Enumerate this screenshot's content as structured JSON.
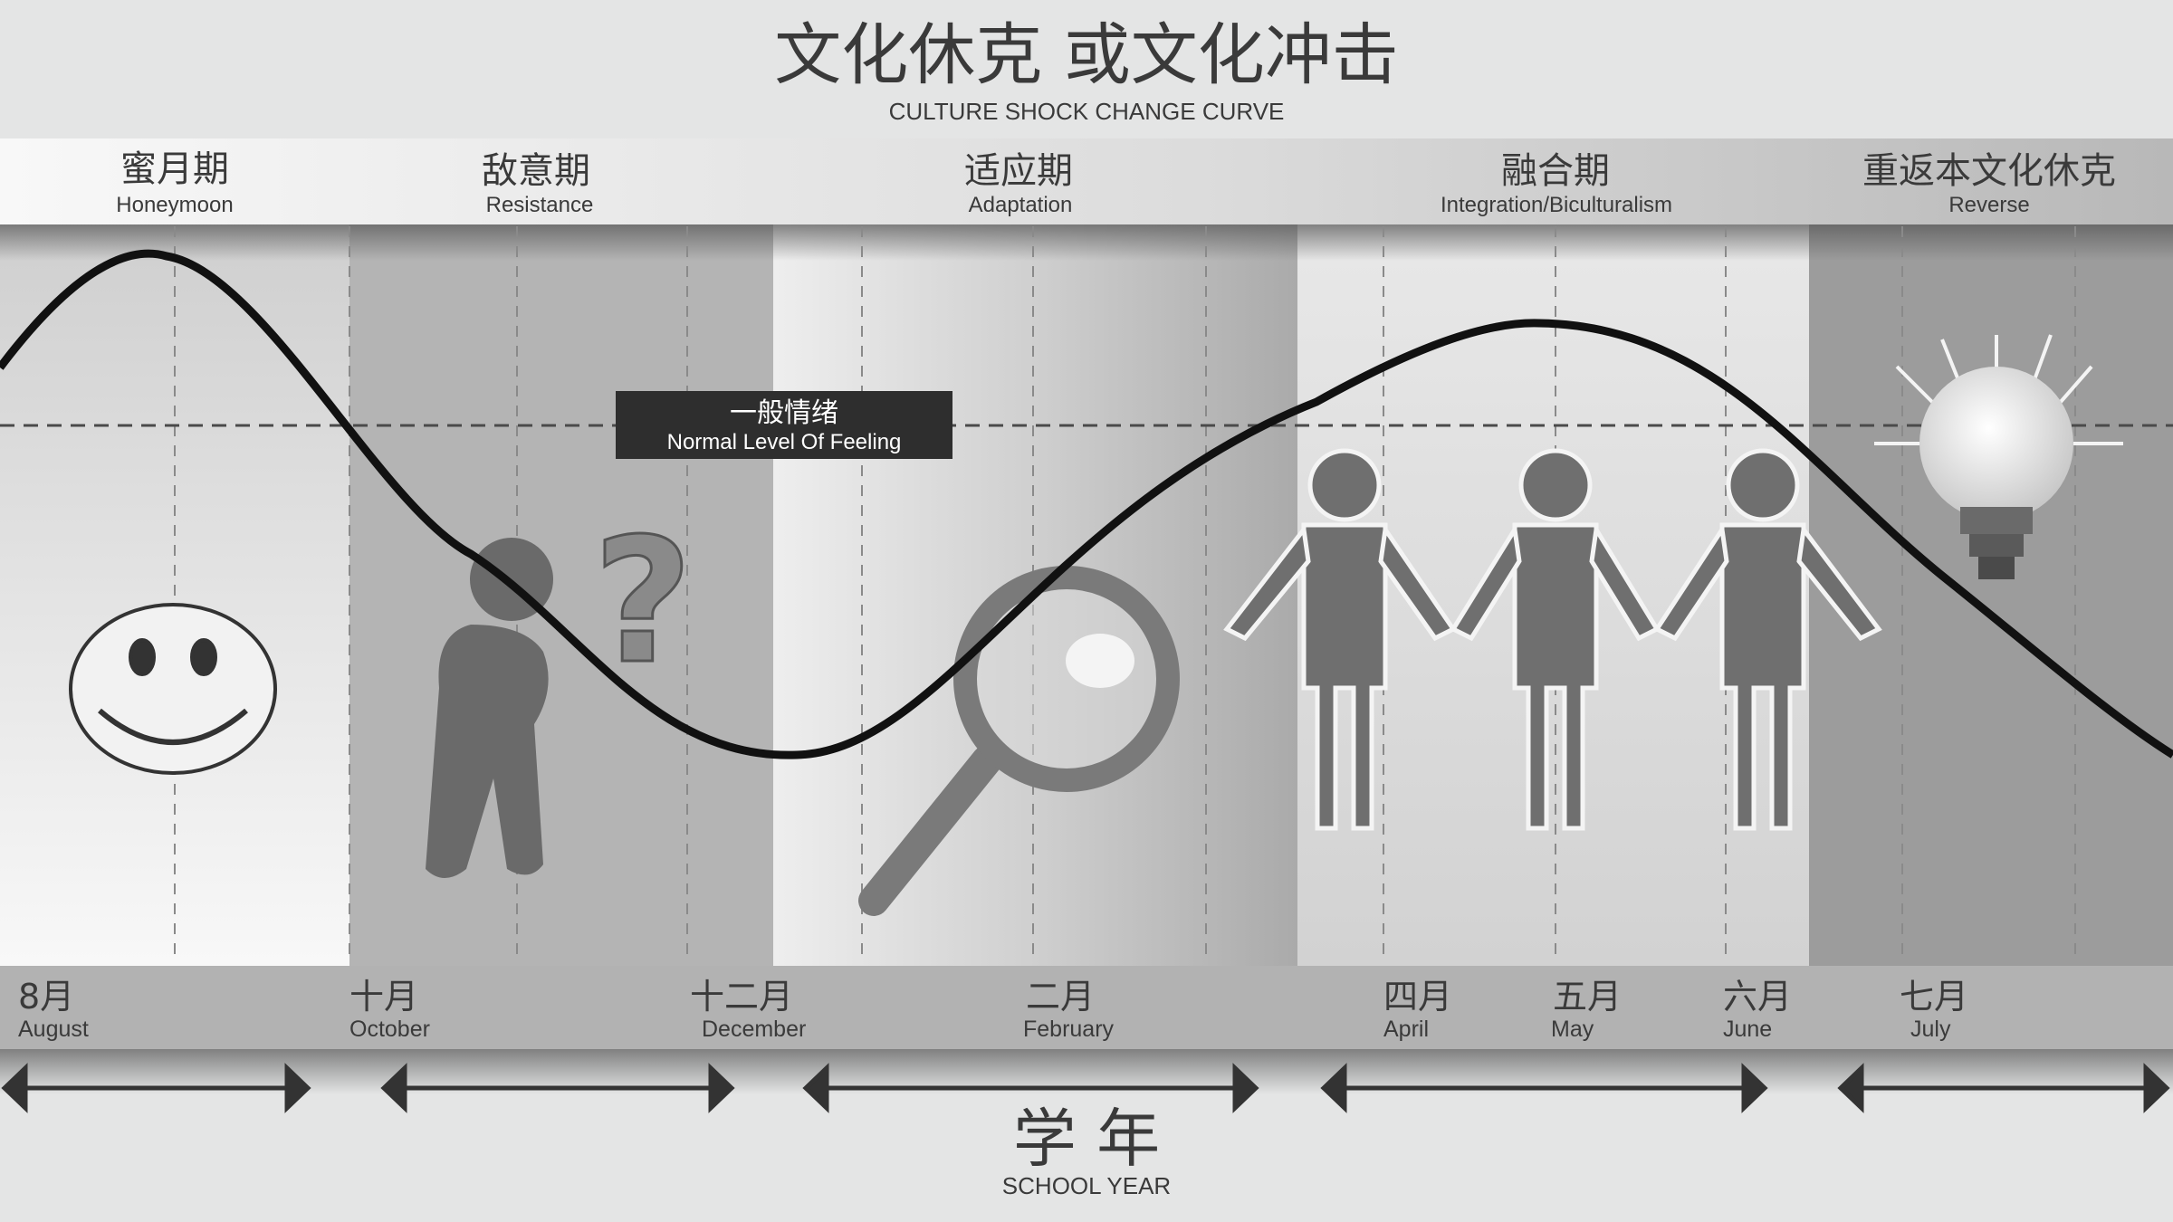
{
  "title": "文化休克 或文化冲击",
  "subtitle": "CULTURE SHOCK CHANGE CURVE",
  "phases": [
    {
      "cn": "蜜月期",
      "en": "Honeymoon"
    },
    {
      "cn": "敌意期",
      "en": "Resistance"
    },
    {
      "cn": "适应期",
      "en": "Adaptation"
    },
    {
      "cn": "融合期",
      "en": "Integration/Biculturalism"
    },
    {
      "cn": "重返本文化休克",
      "en": "Reverse"
    }
  ],
  "normal_level": {
    "cn": "一般情绪",
    "en": "Normal Level Of Feeling"
  },
  "months": [
    {
      "cn": "8月",
      "en": "August"
    },
    {
      "cn": "十月",
      "en": "October"
    },
    {
      "cn": "十二月",
      "en": "December"
    },
    {
      "cn": "二月",
      "en": "February"
    },
    {
      "cn": "四月",
      "en": "April"
    },
    {
      "cn": "五月",
      "en": "May"
    },
    {
      "cn": "六月",
      "en": "June"
    },
    {
      "cn": "七月",
      "en": "July"
    }
  ],
  "footer": {
    "cn": "学 年",
    "en": "SCHOOL YEAR"
  },
  "icons": [
    "smiley-icon",
    "thinking-person-icon",
    "question-mark-icon",
    "magnifier-icon",
    "people-holding-hands-icon",
    "light-bulb-icon"
  ]
}
